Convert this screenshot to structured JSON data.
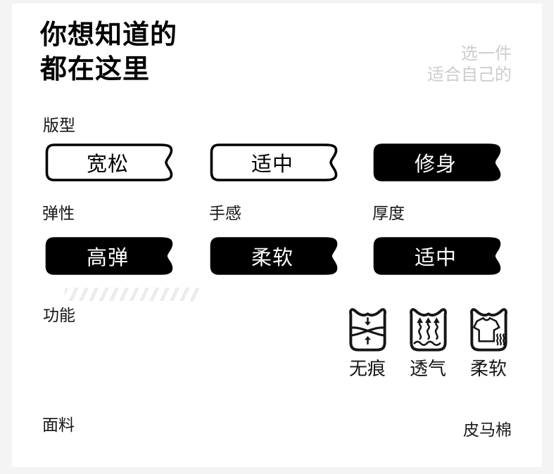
{
  "header": {
    "title_line1": "你想知道的",
    "title_line2": "都在这里",
    "tagline_line1": "选一件",
    "tagline_line2": "适合自己的"
  },
  "fit": {
    "label": "版型",
    "options": [
      {
        "label": "宽松",
        "selected": false
      },
      {
        "label": "适中",
        "selected": false
      },
      {
        "label": "修身",
        "selected": true
      }
    ]
  },
  "attrs": [
    {
      "label": "弹性",
      "value": "高弹"
    },
    {
      "label": "手感",
      "value": "柔软"
    },
    {
      "label": "厚度",
      "value": "适中"
    }
  ],
  "features": {
    "label": "功能",
    "items": [
      {
        "icon": "seamless-icon",
        "label": "无痕"
      },
      {
        "icon": "breathable-icon",
        "label": "透气"
      },
      {
        "icon": "soft-icon",
        "label": "柔软"
      }
    ]
  },
  "fabric": {
    "label": "面料",
    "value": "皮马棉"
  },
  "colors": {
    "accent": "#000000",
    "tagline_gray": "#cdcdcd",
    "page_bg": "#f4f4f4",
    "card_bg": "#ffffff"
  }
}
